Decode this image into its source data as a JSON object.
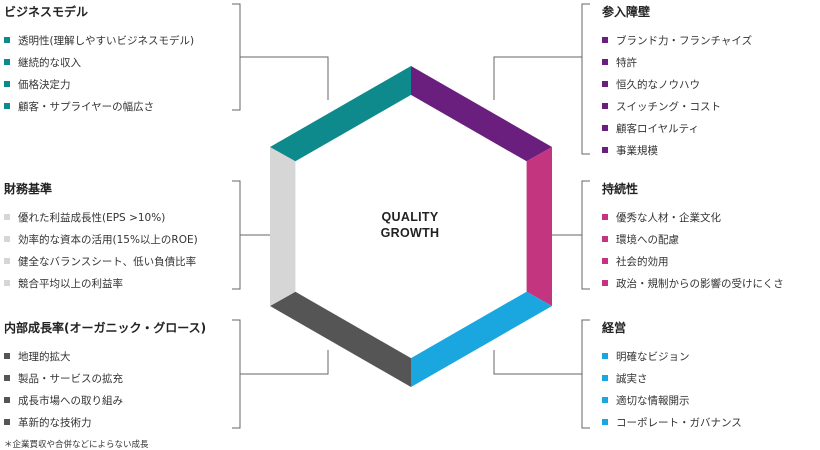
{
  "center": {
    "line1": "QUALITY",
    "line2": "GROWTH"
  },
  "colors": {
    "teal": "#0e8a8c",
    "purple": "#6a1f7e",
    "magenta": "#c3357e",
    "blue": "#1aa7e0",
    "darkgray": "#555555",
    "lightgray": "#d6d6d6",
    "connector": "#666666"
  },
  "sections": [
    {
      "id": "business-model",
      "title": "ビジネスモデル",
      "color": "#0e8a8c",
      "items": [
        "透明性(理解しやすいビジネスモデル)",
        "継続的な収入",
        "価格決定力",
        "顧客・サプライヤーの幅広さ"
      ]
    },
    {
      "id": "financial-criteria",
      "title": "財務基準",
      "color": "#d6d6d6",
      "items": [
        "優れた利益成長性(EPS >10%)",
        "効率的な資本の活用(15%以上のROE)",
        "健全なバランスシート、低い負債比率",
        "競合平均以上の利益率"
      ]
    },
    {
      "id": "organic-growth",
      "title": "内部成長率(オーガニック・グロース)",
      "color": "#555555",
      "items": [
        "地理的拡大",
        "製品・サービスの拡充",
        "成長市場への取り組み",
        "革新的な技術力"
      ]
    },
    {
      "id": "entry-barriers",
      "title": "参入障壁",
      "color": "#6a1f7e",
      "items": [
        "ブランド力・フランチャイズ",
        "特許",
        "恒久的なノウハウ",
        "スイッチング・コスト",
        "顧客ロイヤルティ",
        "事業規模"
      ]
    },
    {
      "id": "sustainability",
      "title": "持続性",
      "color": "#c3357e",
      "items": [
        "優秀な人材・企業文化",
        "環境への配慮",
        "社会的効用",
        "政治・規制からの影響の受けにくさ"
      ]
    },
    {
      "id": "management",
      "title": "経営",
      "color": "#1aa7e0",
      "items": [
        "明確なビジョン",
        "誠実さ",
        "適切な情報開示",
        "コーポレート・ガバナンス"
      ]
    }
  ],
  "footnote": "＊企業買収や合併などによらない成長"
}
